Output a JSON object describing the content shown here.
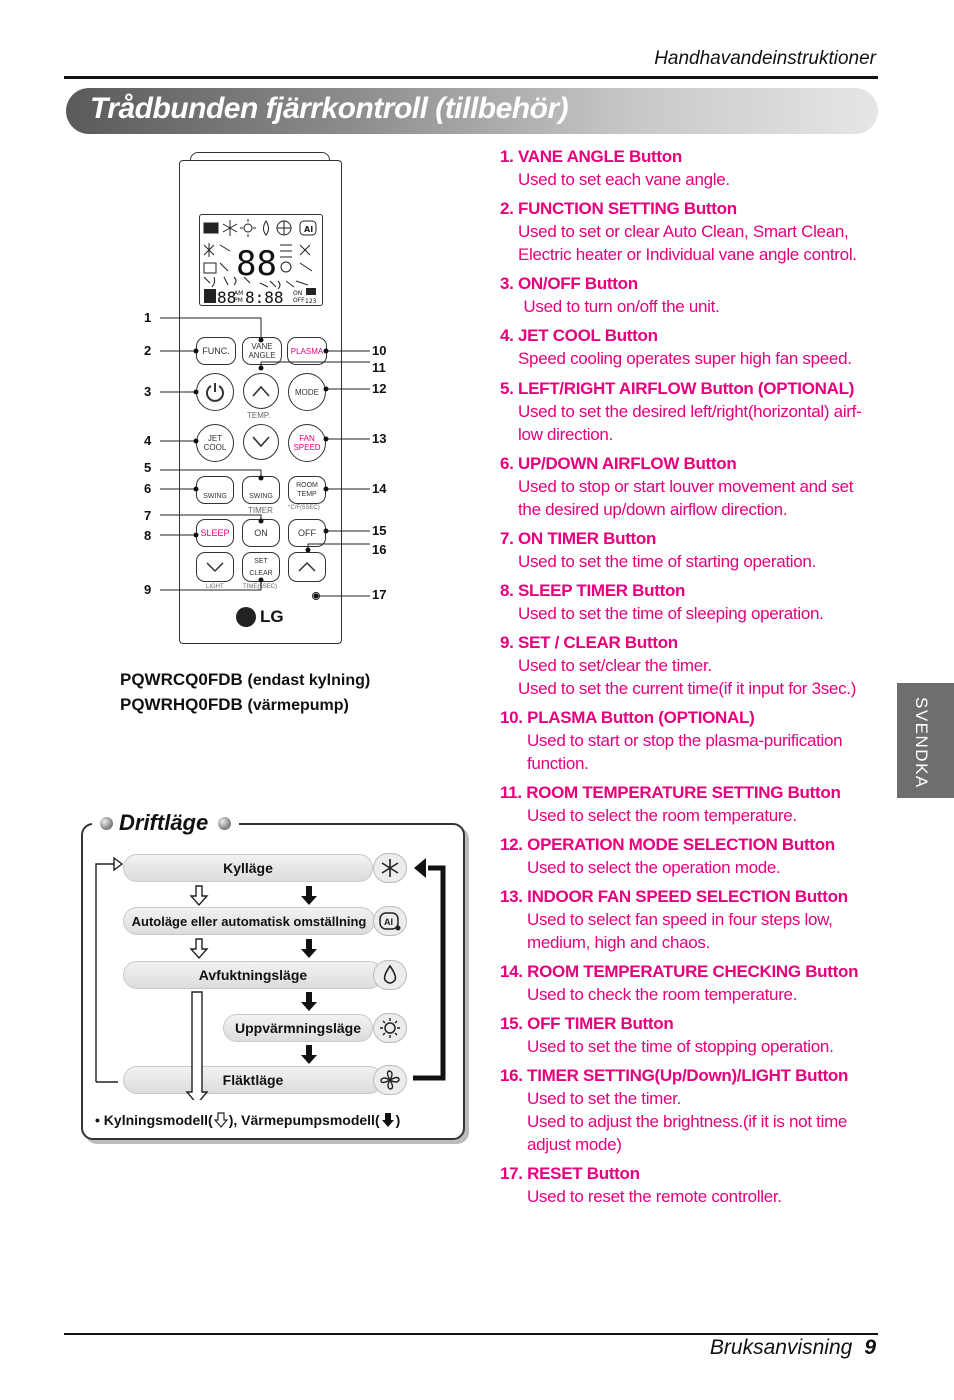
{
  "header": {
    "section": "Handhavandeinstruktioner"
  },
  "title": "Trådbunden fjärrkontroll (tillbehör)",
  "side_tab": "SVENDKA",
  "remote": {
    "labels": {
      "func": "FUNC.",
      "vane": "VANE ANGLE",
      "plasma": "PLASMA",
      "mode": "MODE",
      "temp": "TEMP.",
      "jet": "JET COOL",
      "fan": "FAN SPEED",
      "swing1": "SWING",
      "swing2": "SWING",
      "room": "ROOM TEMP",
      "room_sub": "°C/F(5SEC)",
      "timer": "TIMER",
      "sleep": "SLEEP",
      "on": "ON",
      "off": "OFF",
      "set": "SET",
      "clear": "CLEAR",
      "light": "LIGHT",
      "time": "TIME(5SEC)",
      "logo": "LG",
      "lcd_am": "AM",
      "lcd_pm": "PM",
      "lcd_hr": "hr.",
      "lcd_on": "ON",
      "lcd_off": "OFF",
      "lcd_123": "123",
      "lcd_ai": "AI"
    },
    "callouts_left": [
      "1",
      "2",
      "3",
      "4",
      "5",
      "6",
      "7",
      "8",
      "9"
    ],
    "callouts_right": [
      "10",
      "11",
      "12",
      "13",
      "14",
      "15",
      "16",
      "17"
    ]
  },
  "models": [
    {
      "code": "PQWRCQ0FDB",
      "note": "(endast kylning)"
    },
    {
      "code": "PQWRHQ0FDB",
      "note": "(värmepump)"
    }
  ],
  "drift": {
    "title": "Driftläge",
    "modes": [
      "Kylläge",
      "Autoläge eller automatisk omställning",
      "Avfuktningsläge",
      "Uppvärmningsläge",
      "Fläktläge"
    ],
    "icons": [
      "snowflake-icon",
      "ai-icon",
      "water-drop-icon",
      "sun-icon",
      "fan-icon"
    ],
    "footnote_a": "• Kylningsmodell(",
    "footnote_b": "), Värmepumpsmodell(",
    "footnote_c": ")",
    "icon_ai_text": "AI"
  },
  "buttons": [
    {
      "title": "1. VANE ANGLE Button",
      "desc": [
        "Used to set each vane angle."
      ]
    },
    {
      "title": "2. FUNCTION SETTING Button",
      "desc": [
        "Used to set or clear Auto Clean, Smart Clean,",
        "Electric heater or Individual vane angle control."
      ]
    },
    {
      "title": "3.  ON/OFF Button",
      "desc": [
        " Used to turn on/off the unit."
      ]
    },
    {
      "title": "4. JET COOL Button",
      "desc": [
        "Speed cooling operates super high fan speed."
      ]
    },
    {
      "title": "5. LEFT/RIGHT AIRFLOW Button (OPTIONAL)",
      "desc": [
        "Used to set the desired left/right(horizontal) airf-",
        "low direction."
      ]
    },
    {
      "title": "6. UP/DOWN AIRFLOW Button",
      "desc": [
        "Used to stop or start louver movement and set",
        "the desired up/down airflow direction."
      ]
    },
    {
      "title": "7. ON TIMER Button",
      "desc": [
        "Used to set the time of starting operation."
      ]
    },
    {
      "title": "8. SLEEP TIMER Button",
      "desc": [
        "Used to set the time of sleeping operation."
      ]
    },
    {
      "title": "9. SET / CLEAR Button",
      "desc": [
        "Used to set/clear the timer.",
        "Used to set the current time(if it input for 3sec.)"
      ]
    },
    {
      "title": "10. PLASMA Button (OPTIONAL)",
      "desc": [
        "Used to start or stop the plasma-purification",
        "function."
      ]
    },
    {
      "title": "11. ROOM TEMPERATURE SETTING Button",
      "desc": [
        "Used to select the room temperature."
      ]
    },
    {
      "title": "12. OPERATION MODE SELECTION Button",
      "desc": [
        "Used to select the operation mode."
      ]
    },
    {
      "title": "13. INDOOR FAN SPEED SELECTION Button",
      "desc": [
        "Used to select fan speed in four steps low,",
        "medium, high and chaos."
      ]
    },
    {
      "title": "14. ROOM TEMPERATURE CHECKING Button",
      "desc": [
        "Used to check the room temperature."
      ]
    },
    {
      "title": "15. OFF TIMER Button",
      "desc": [
        "Used to set the time of stopping operation."
      ]
    },
    {
      "title": "16. TIMER SETTING(Up/Down)/LIGHT Button",
      "desc": [
        "Used to set the timer.",
        "Used to adjust the brightness.(if it is not time",
        "adjust mode)"
      ]
    },
    {
      "title": "17. RESET Button",
      "desc": [
        "Used to reset the remote controller."
      ]
    }
  ],
  "footer": {
    "label": "Bruksanvisning",
    "page": "9"
  },
  "colors": {
    "accent": "#e6007e",
    "tab": "#6d6e70"
  }
}
